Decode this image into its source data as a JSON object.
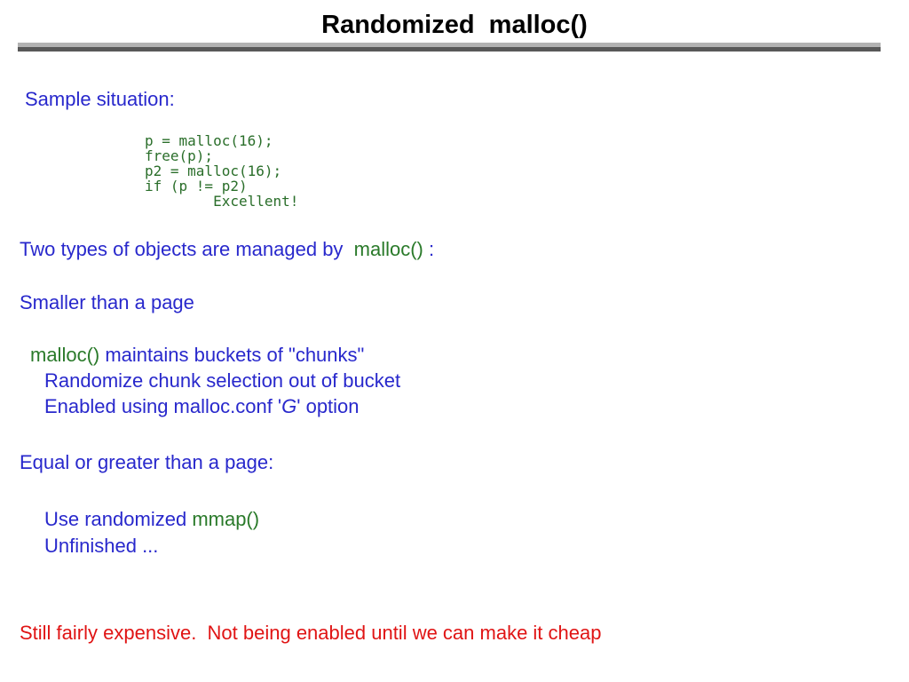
{
  "title": "Randomized  malloc()",
  "colors": {
    "body_blue": "#2828cc",
    "function_green": "#2a7a2a",
    "warning_red": "#e01414",
    "rule_light_gray": "#b2b2b2",
    "rule_dark_gray": "#585858"
  },
  "sample": {
    "label": "Sample situation:",
    "code_lines": [
      "p = malloc(16);",
      "free(p);",
      "p2 = malloc(16);",
      "if (p != p2)",
      "        Excellent!"
    ]
  },
  "two_types": {
    "prefix": "Two types of objects are managed by  ",
    "fn": "malloc()",
    "suffix": " :"
  },
  "smaller_section": {
    "heading": "Smaller than a page",
    "buckets_fn": "malloc()",
    "buckets_rest": " maintains buckets of \"chunks\"",
    "randomize_line": "Randomize chunk selection out of bucket",
    "enabled_prefix": "Enabled using malloc.conf '",
    "enabled_option": "G",
    "enabled_suffix": "' option"
  },
  "larger_section": {
    "heading": "Equal or greater than a page:",
    "use_prefix": "Use randomized ",
    "use_fn": "mmap()",
    "unfinished_line": "Unfinished ..."
  },
  "footer_note": "Still fairly expensive.  Not being enabled until we can make it cheap"
}
